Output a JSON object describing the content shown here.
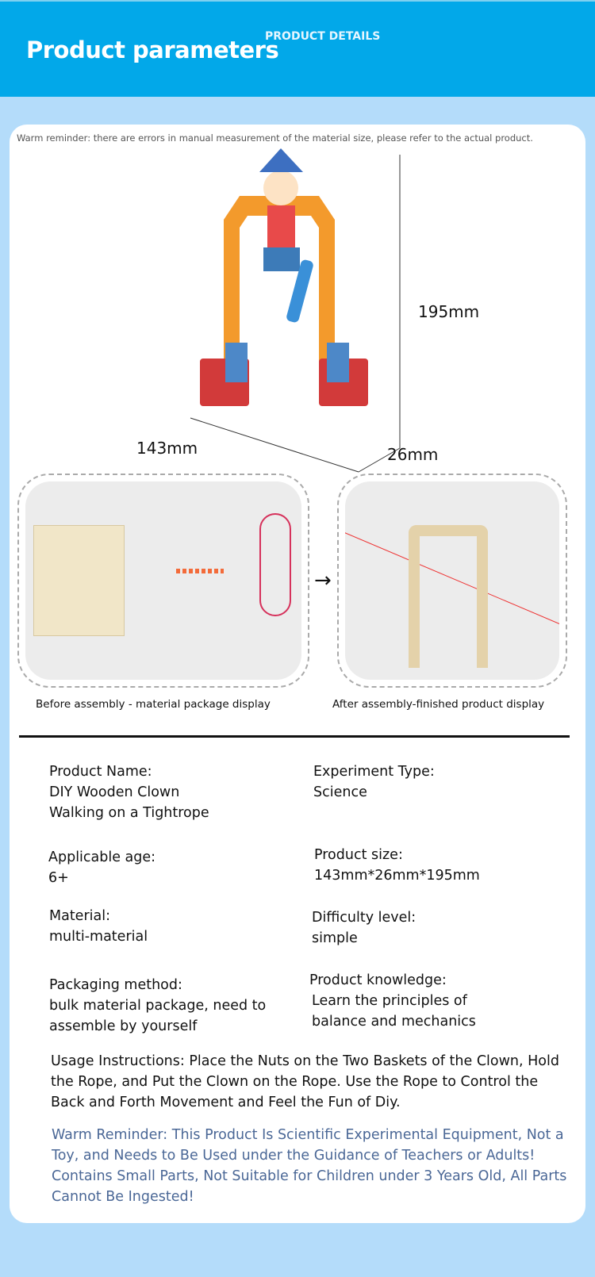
{
  "header": {
    "title": "Product parameters",
    "subtitle": "PRODUCT DETAILS"
  },
  "reminder_top": "Warm reminder: there are errors in manual measurement of the material size, please refer to the actual product.",
  "dimensions": {
    "height": "195mm",
    "width": "143mm",
    "depth": "26mm"
  },
  "captions": {
    "before": "Before assembly - material package display",
    "after": "After assembly-finished product display"
  },
  "arrow": "→",
  "params": [
    {
      "label": "Product Name:",
      "value": "DIY Wooden Clown Walking on a Tightrope"
    },
    {
      "label": "Experiment Type:",
      "value": "Science"
    },
    {
      "label": "Applicable age:",
      "value": "6+"
    },
    {
      "label": "Product size:",
      "value": "143mm*26mm*195mm"
    },
    {
      "label": "Material:",
      "value": "multi-material"
    },
    {
      "label": "Difficulty level:",
      "value": "simple"
    },
    {
      "label": "Packaging method:",
      "value": "bulk material package, need to assemble by yourself"
    },
    {
      "label": "Product knowledge:",
      "value": "Learn the principles of balance and mechanics"
    }
  ],
  "usage": "Usage Instructions: Place the Nuts on the Two Baskets of the Clown, Hold the Rope, and Put the Clown on the Rope. Use the Rope to Control the Back and Forth Movement and Feel the Fun of Diy.",
  "warning": "Warm Reminder: This Product Is Scientific Experimental Equipment, Not a Toy, and Needs to Be Used under the Guidance of Teachers or Adults! Contains Small Parts, Not Suitable for Children under 3 Years Old, All Parts Cannot Be Ingested!"
}
